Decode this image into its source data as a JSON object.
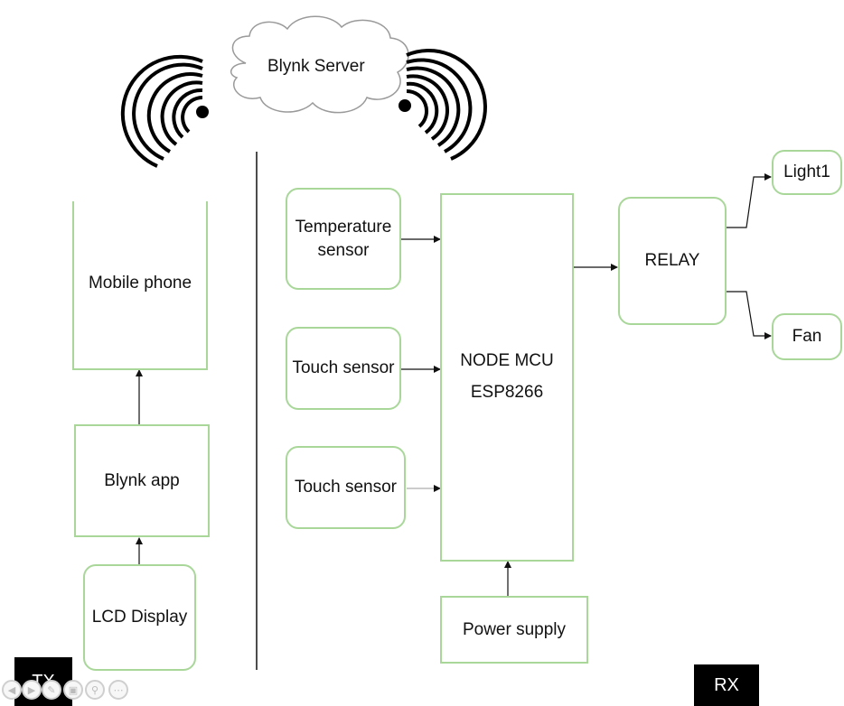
{
  "cloud": {
    "label": "Blynk Server"
  },
  "left": {
    "mobile": "Mobile phone",
    "app": "Blynk app",
    "lcd": "LCD Display"
  },
  "right": {
    "temp_line1": "Temperature",
    "temp_line2": "sensor",
    "touch1": "Touch sensor",
    "touch2": "Touch sensor",
    "mcu_line1": "NODE MCU",
    "mcu_line2": "ESP8266",
    "power": "Power supply",
    "relay": "RELAY",
    "light": "Light1",
    "fan": "Fan"
  },
  "tags": {
    "tx": "TX",
    "rx": "RX"
  },
  "colors": {
    "box_border": "#a9d79a",
    "line": "#111111",
    "tag_bg": "#000000"
  },
  "icons": [
    "wifi-signal-icon-left",
    "wifi-signal-icon-right",
    "cloud-shape"
  ]
}
